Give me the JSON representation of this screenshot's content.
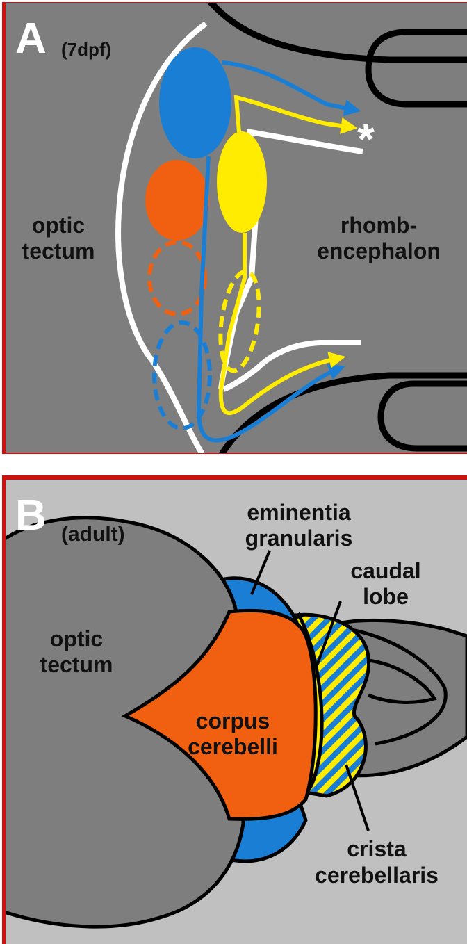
{
  "panel_a": {
    "letter": "A",
    "stage": "(7dpf)",
    "label_left_line1": "optic",
    "label_left_line2": "tectum",
    "label_right_line1": "rhomb-",
    "label_right_line2": "encephalon",
    "asterisk": "*"
  },
  "panel_b": {
    "letter": "B",
    "stage": "(adult)",
    "optic_line1": "optic",
    "optic_line2": "tectum",
    "corpus_line1": "corpus",
    "corpus_line2": "cerebelli",
    "emin_line1": "eminentia",
    "emin_line2": "granularis",
    "caudal_line1": "caudal",
    "caudal_line2": "lobe",
    "crista_line1": "crista",
    "crista_line2": "cerebellaris"
  },
  "colors": {
    "frame_red": "#cc1111",
    "bg_dark_gray": "#7e7e7e",
    "bg_light_gray": "#c0c0c0",
    "blue": "#1a7fd4",
    "orange": "#f06010",
    "yellow": "#ffec00",
    "white": "#ffffff",
    "black": "#000000"
  }
}
